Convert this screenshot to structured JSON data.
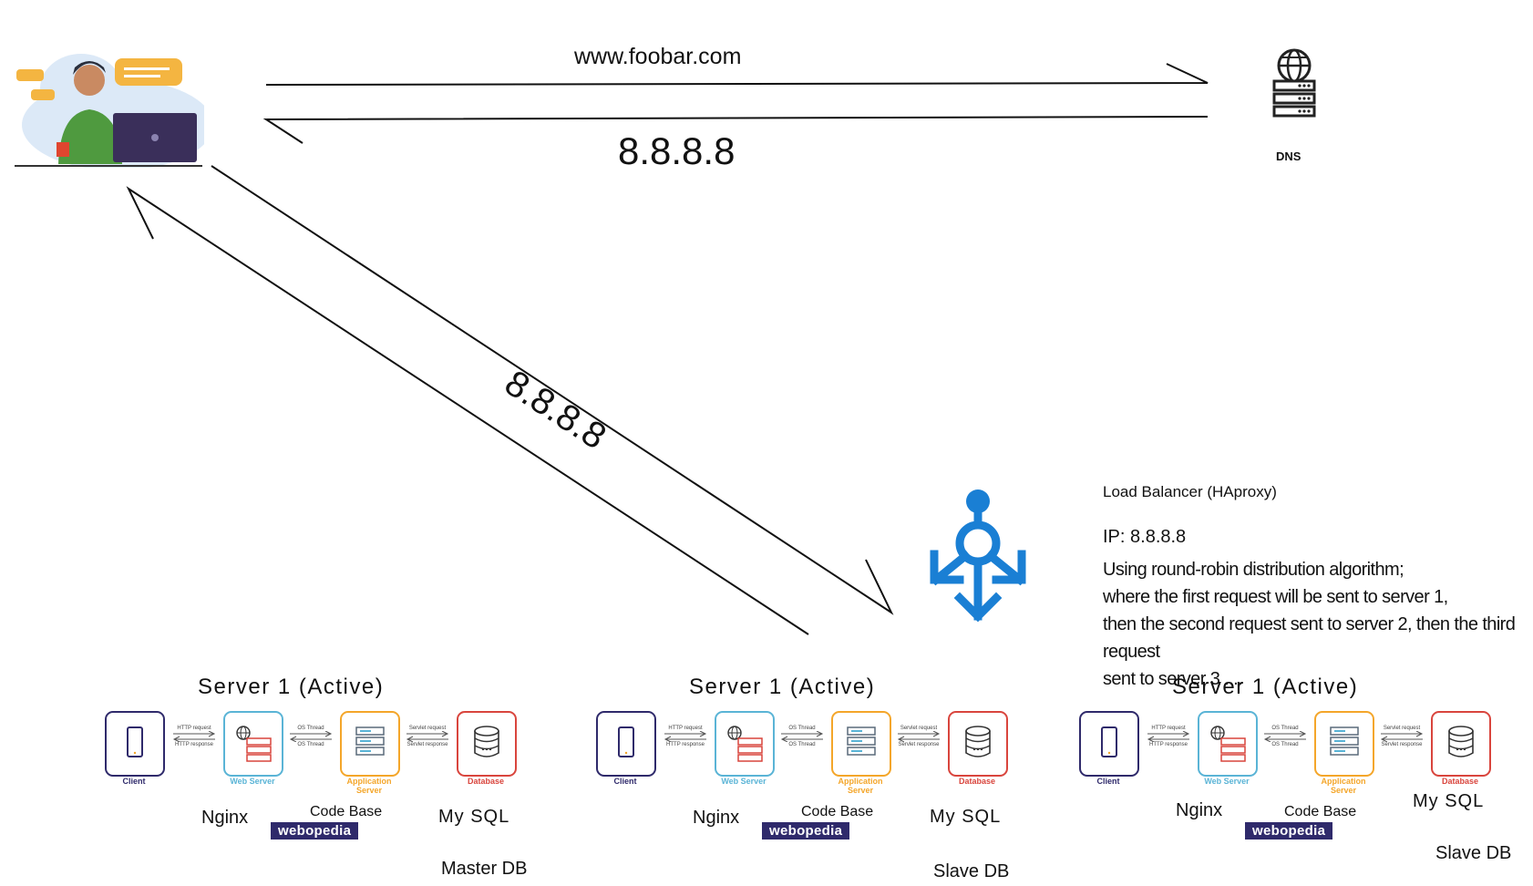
{
  "dns_request": {
    "url_label": "www.foobar.com",
    "ip_label": "8.8.8.8"
  },
  "dns": {
    "label": "DNS",
    "icon": "dns-server-icon"
  },
  "user": {
    "icon": "user-with-laptop-icon"
  },
  "lb_response": {
    "ip_label": "8.8.8.8"
  },
  "load_balancer": {
    "icon": "load-balancer-icon",
    "color": "#1a7fd4",
    "title": "Load Balancer (HAproxy)",
    "ip": "IP:  8.8.8.8",
    "description": [
      "Using round-robin distribution algorithm;",
      "where the first request will be sent to server 1,",
      "then the second request sent to server 2, then the third request",
      "sent to server 3 ...."
    ]
  },
  "servers": [
    {
      "title": "Server 1 (Active)",
      "web": "Nginx",
      "app": "Code Base",
      "db": "My SQL",
      "brand": "webopedia",
      "role": "Master DB"
    },
    {
      "title": "Server 1 (Active)",
      "web": "Nginx",
      "app": "Code Base",
      "db": "My SQL",
      "brand": "webopedia",
      "role": "Slave DB"
    },
    {
      "title": "Server 1 (Active)",
      "web": "Nginx",
      "app": "Code Base",
      "db": "My SQL",
      "brand": "webopedia",
      "role": "Slave DB"
    }
  ],
  "stack_captions": {
    "client": "Client",
    "web_server": "Web Server",
    "app_server": "Application Server",
    "database": "Database",
    "http_request": "HTTP request",
    "http_response": "HTTP response",
    "os_thread": "OS Thread",
    "servlet_request": "Servlet request",
    "servlet_response": "Servlet response"
  },
  "colors": {
    "client": "#2f2a6b",
    "web": "#5ab4d6",
    "app": "#f4a62a",
    "db": "#d9453d",
    "web_text": "#5ab4d6",
    "app_text": "#f4a62a",
    "db_text": "#d9453d"
  }
}
